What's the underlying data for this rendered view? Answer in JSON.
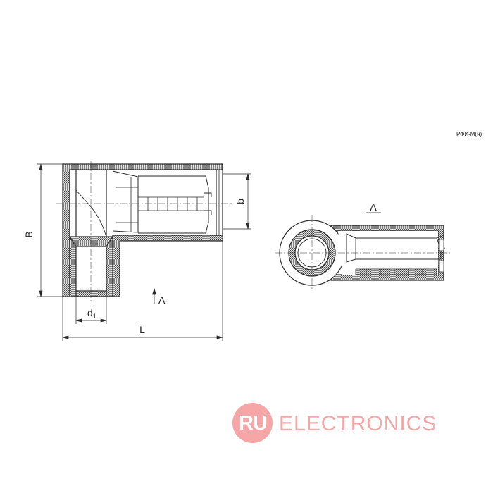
{
  "model_code": "РФИ-М(н)",
  "dimensions": {
    "B": "B",
    "b": "b",
    "L": "L",
    "d_main": "d",
    "d_sub": "1",
    "view_arrow_label": "A",
    "view_title": "A"
  },
  "logo": {
    "badge": "RU",
    "word": "ELECTRONICS",
    "color": "#f6a6a6"
  },
  "colors": {
    "line": "#2a2a2a",
    "hatch": "#3a3a3a"
  }
}
